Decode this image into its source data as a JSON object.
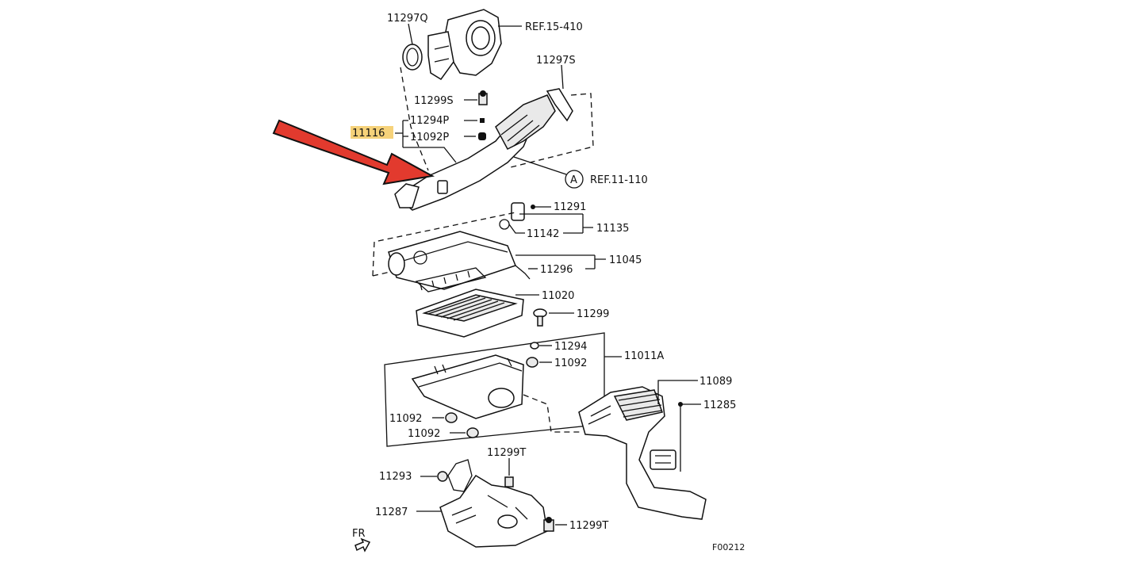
{
  "diagram": {
    "part_numbers": {
      "p11297Q": "11297Q",
      "ref15410": "REF.15-410",
      "p11297S": "11297S",
      "p11299S": "11299S",
      "p11116": "11116",
      "p11294P": "11294P",
      "p11092P": "11092P",
      "refA": "A",
      "ref11110": "REF.11-110",
      "p11291": "11291",
      "p11142": "11142",
      "p11135": "11135",
      "p11296": "11296",
      "p11045": "11045",
      "p11020": "11020",
      "p11299": "11299",
      "p11294": "11294",
      "p11011A": "11011A",
      "p11092a": "11092",
      "p11089": "11089",
      "p11285": "11285",
      "p11092b": "11092",
      "p11092c": "11092",
      "p11299T_top": "11299T",
      "p11293": "11293",
      "p11287": "11287",
      "p11299T_bottom": "11299T",
      "fr": "FR",
      "figure_code": "F00212"
    },
    "colors": {
      "highlight": "#f6d27a",
      "arrow_fill": "#e23a2e",
      "line": "#111111"
    },
    "icons": [
      "red-pointer-arrow",
      "front-direction-arrow"
    ]
  }
}
